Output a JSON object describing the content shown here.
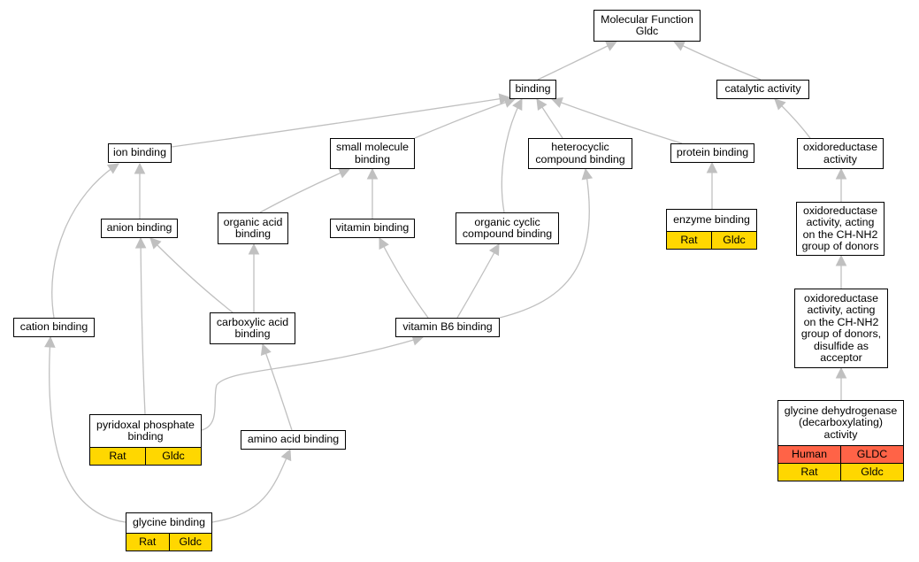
{
  "colors": {
    "rat": "#ffd700",
    "human": "#ff6347",
    "edge": "#c0c0c0"
  },
  "nodes": {
    "mf": {
      "label": "Molecular Function\nGldc"
    },
    "binding": {
      "label": "binding"
    },
    "catact": {
      "label": "catalytic activity"
    },
    "ion": {
      "label": "ion binding"
    },
    "smol": {
      "label": "small molecule\nbinding"
    },
    "hetero": {
      "label": "heterocyclic\ncompound binding"
    },
    "prot": {
      "label": "protein binding"
    },
    "oxact": {
      "label": "oxidoreductase\nactivity"
    },
    "anion": {
      "label": "anion binding"
    },
    "orgacid": {
      "label": "organic acid\nbinding"
    },
    "vitb": {
      "label": "vitamin binding"
    },
    "orgcyc": {
      "label": "organic cyclic\ncompound binding"
    },
    "enz": {
      "label": "enzyme binding",
      "rows": [
        {
          "species": "Rat",
          "gene": "Gldc",
          "color": "#ffd700"
        }
      ]
    },
    "ox2": {
      "label": "oxidoreductase\nactivity, acting\non the CH-NH2\ngroup of donors"
    },
    "cation": {
      "label": "cation binding"
    },
    "carbox": {
      "label": "carboxylic acid\nbinding"
    },
    "vitb6": {
      "label": "vitamin B6 binding"
    },
    "ox3": {
      "label": "oxidoreductase\nactivity, acting\non the CH-NH2\ngroup of donors,\ndisulfide as\nacceptor"
    },
    "glydh": {
      "label": "glycine dehydrogenase\n(decarboxylating)\nactivity",
      "rows": [
        {
          "species": "Human",
          "gene": "GLDC",
          "color": "#ff6347"
        },
        {
          "species": "Rat",
          "gene": "Gldc",
          "color": "#ffd700"
        }
      ]
    },
    "pyrid": {
      "label": "pyridoxal phosphate\nbinding",
      "rows": [
        {
          "species": "Rat",
          "gene": "Gldc",
          "color": "#ffd700"
        }
      ]
    },
    "amino": {
      "label": "amino acid binding"
    },
    "glyb": {
      "label": "glycine binding",
      "rows": [
        {
          "species": "Rat",
          "gene": "Gldc",
          "color": "#ffd700"
        }
      ]
    }
  }
}
